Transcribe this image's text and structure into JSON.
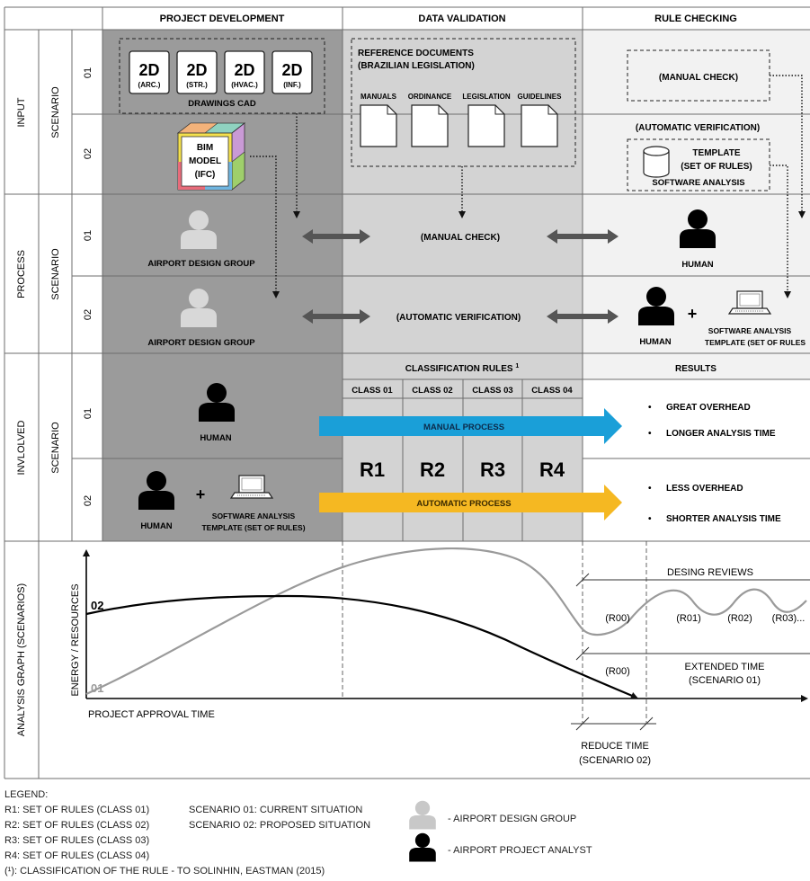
{
  "columns": {
    "project_development": "PROJECT DEVELOPMENT",
    "data_validation": "DATA VALIDATION",
    "rule_checking": "RULE CHECKING"
  },
  "rows": {
    "input": "INPUT",
    "process": "PROCESS",
    "involved": "INVLOLVED",
    "analysis_graph": "ANALYSIS GRAPH (SCENARIOS)",
    "scenario": "SCENARIO",
    "s01": "01",
    "s02": "02"
  },
  "input": {
    "drawings": [
      {
        "big": "2D",
        "small": "(ARC.)"
      },
      {
        "big": "2D",
        "small": "(STR.)"
      },
      {
        "big": "2D",
        "small": "(HVAC.)"
      },
      {
        "big": "2D",
        "small": "(INF.)"
      }
    ],
    "drawings_label": "DRAWINGS CAD",
    "bim": [
      "BIM",
      "MODEL",
      "(IFC)"
    ],
    "ref_title_1": "REFERENCE DOCUMENTS",
    "ref_title_2": "(BRAZILIAN LEGISLATION)",
    "ref_docs": [
      "MANUALS",
      "ORDINANCE",
      "LEGISLATION",
      "GUIDELINES"
    ],
    "manual_check": "(MANUAL CHECK)",
    "automatic_verification": "(AUTOMATIC VERIFICATION)",
    "template_1": "TEMPLATE",
    "template_2": "(SET OF RULES)",
    "software_analysis": "SOFTWARE ANALYSIS"
  },
  "process": {
    "airport_design_group": "AIRPORT DESIGN GROUP",
    "manual_check": "(MANUAL CHECK)",
    "automatic_verification": "(AUTOMATIC VERIFICATION)",
    "human": "HUMAN",
    "plus": "+",
    "software_analysis": "SOFTWARE ANALYSIS",
    "template": "TEMPLATE (SET OF RULES"
  },
  "involved": {
    "classification_rules": "CLASSIFICATION RULES",
    "superscript": "1",
    "results": "RESULTS",
    "classes": [
      "CLASS 01",
      "CLASS 02",
      "CLASS 03",
      "CLASS 04"
    ],
    "rules": [
      "R1",
      "R2",
      "R3",
      "R4"
    ],
    "manual_process": "MANUAL PROCESS",
    "automatic_process": "AUTOMATIC PROCESS",
    "human": "HUMAN",
    "plus": "+",
    "software_analysis": "SOFTWARE ANALYSIS",
    "template": "TEMPLATE (SET OF RULES)",
    "results_s01": [
      "GREAT OVERHEAD",
      "LONGER ANALYSIS TIME"
    ],
    "results_s02": [
      "LESS OVERHEAD",
      "SHORTER ANALYSIS TIME"
    ],
    "bullet": "•"
  },
  "graph": {
    "ylabel": "ENERGY / RESOURCES",
    "xlabel": "PROJECT APPROVAL TIME",
    "label_02": "02",
    "label_01": "01",
    "desing_reviews": "DESING REVIEWS",
    "reviews": [
      "(R00)",
      "(R01)",
      "(R02)",
      "(R03)..."
    ],
    "r00_lower": "(R00)",
    "extended_time_1": "EXTENDED TIME",
    "extended_time_2": "(SCENARIO 01)",
    "reduce_time_1": "REDUCE TIME",
    "reduce_time_2": "(SCENARIO 02)"
  },
  "legend": {
    "title": "LEGEND:",
    "rules": [
      "R1: SET OF RULES (CLASS 01)",
      "R2: SET OF RULES (CLASS 02)",
      "R3: SET OF RULES (CLASS 03)",
      "R4: SET OF RULES (CLASS 04)"
    ],
    "footnote": "(¹): CLASSIFICATION OF THE RULE - TO SOLINHIN, EASTMAN (2015)",
    "scenarios": [
      "SCENARIO 01: CURRENT SITUATION",
      "SCENARIO 02: PROPOSED SITUATION"
    ],
    "design_group": "- AIRPORT DESIGN GROUP",
    "project_analyst": "- AIRPORT PROJECT ANALYST"
  },
  "colors": {
    "dark_panel": "#9b9b9b",
    "mid_panel": "#d3d3d3",
    "light_panel": "#f2f2f2",
    "manual_arrow": "#1a9fd8",
    "automatic_arrow": "#f5b822",
    "design_group_icon": "#c8c8c8",
    "analyst_icon": "#000000"
  }
}
